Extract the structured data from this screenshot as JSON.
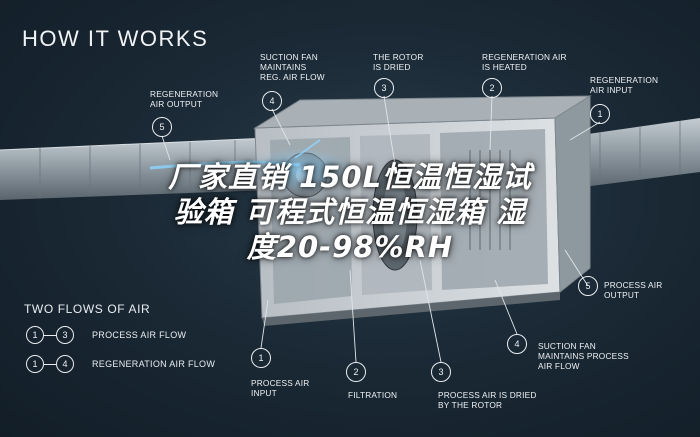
{
  "title": "HOW IT WORKS",
  "callouts_top": [
    {
      "num": "5",
      "text": "REGENERATION\nAIR OUTPUT"
    },
    {
      "num": "4",
      "text": "SUCTION FAN\nMAINTAINS\nREG. AIR FLOW"
    },
    {
      "num": "3",
      "text": "THE ROTOR\nIS DRIED"
    },
    {
      "num": "2",
      "text": "REGENERATION AIR\nIS HEATED"
    },
    {
      "num": "1",
      "text": "REGENERATION\nAIR INPUT"
    }
  ],
  "callouts_bottom": [
    {
      "num": "1",
      "text": "PROCESS AIR\nINPUT"
    },
    {
      "num": "2",
      "text": "FILTRATION"
    },
    {
      "num": "3",
      "text": "PROCESS AIR IS DRIED\nBY THE ROTOR"
    },
    {
      "num": "4",
      "text": "SUCTION FAN\nMAINTAINS PROCESS\nAIR FLOW"
    },
    {
      "num": "5",
      "text": "PROCESS AIR\nOUTPUT"
    }
  ],
  "flows": {
    "title": "TWO FLOWS OF AIR",
    "items": [
      {
        "from": "1",
        "to": "3",
        "label": "PROCESS AIR FLOW"
      },
      {
        "from": "1",
        "to": "4",
        "label": "REGENERATION AIR FLOW"
      }
    ]
  },
  "overlay": {
    "line1": "厂家直销 150L恒温恒湿试",
    "line2": "验箱 可程式恒温恒湿箱 湿",
    "line3": "度20-98%RH"
  },
  "colors": {
    "background": "#1b2a36",
    "duct": "#9aa6ae",
    "cabinet": "#c9ced2",
    "airflow_blue": "#6ec8ff",
    "leader_line": "#dfe6ea"
  }
}
